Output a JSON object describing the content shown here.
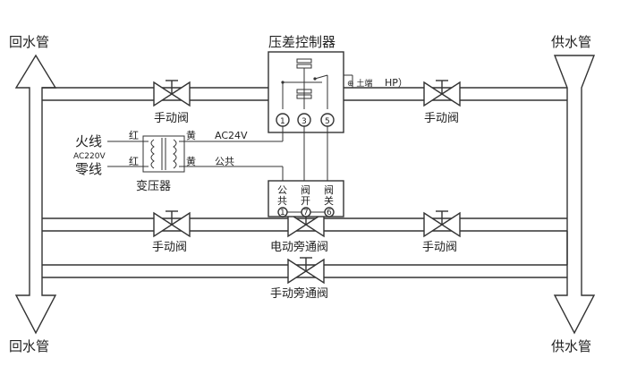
{
  "labels": {
    "return_pipe_top": "回水管",
    "return_pipe_bottom": "回水管",
    "supply_pipe_top": "供水管",
    "supply_pipe_bottom": "供水管",
    "controller_title": "压差控制器",
    "controller_hp": "HP）",
    "controller_port_label": "⊕ 土端",
    "terminal_1": "1",
    "terminal_3": "3",
    "terminal_5": "5",
    "manual_valve": "手动阀",
    "electric_bypass_valve": "电动旁通阀",
    "manual_bypass_valve": "手动旁通阀",
    "fire_wire": "火线",
    "neutral_wire": "零线",
    "ac220": "AC220V",
    "ac24": "AC24V",
    "common": "公共",
    "red": "红",
    "yellow": "黄",
    "transformer": "变压器",
    "actuator_col1": "公共",
    "actuator_col2": "阀开",
    "actuator_col3": "阀关",
    "act_t1": "1",
    "act_t7": "7",
    "act_t6": "6"
  }
}
